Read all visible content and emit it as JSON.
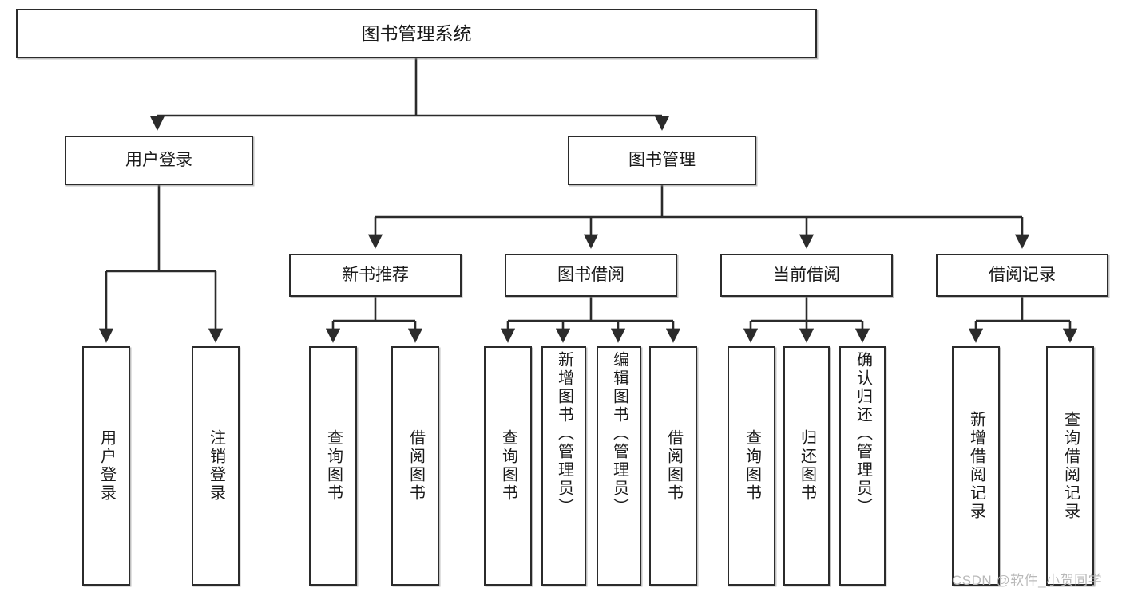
{
  "diagram": {
    "title": "图书管理系统",
    "watermark": "CSDN @软件_小贺同学",
    "colors": {
      "box_border": "#2b2b2b",
      "box_fill": "#ffffff",
      "connector": "#2b2b2b",
      "text": "#1a1a1a",
      "watermark": "#b9b9b9"
    },
    "root": {
      "label": "图书管理系统"
    },
    "level1": [
      {
        "label": "用户登录"
      },
      {
        "label": "图书管理"
      }
    ],
    "level2": [
      {
        "label": "新书推荐"
      },
      {
        "label": "图书借阅"
      },
      {
        "label": "当前借阅"
      },
      {
        "label": "借阅记录"
      }
    ],
    "leaves": {
      "user_login": [
        {
          "label": "用户登录"
        },
        {
          "label": "注销登录"
        }
      ],
      "new_book_recommend": [
        {
          "label": "查询图书"
        },
        {
          "label": "借阅图书"
        }
      ],
      "book_borrow": [
        {
          "label": "查询图书"
        },
        {
          "label": "新增图书（管理员）"
        },
        {
          "label": "编辑图书（管理员）"
        },
        {
          "label": "借阅图书"
        }
      ],
      "current_borrow": [
        {
          "label": "查询图书"
        },
        {
          "label": "归还图书"
        },
        {
          "label": "确认归还（管理员）"
        }
      ],
      "borrow_record": [
        {
          "label": "新增借阅记录"
        },
        {
          "label": "查询借阅记录"
        }
      ]
    }
  }
}
